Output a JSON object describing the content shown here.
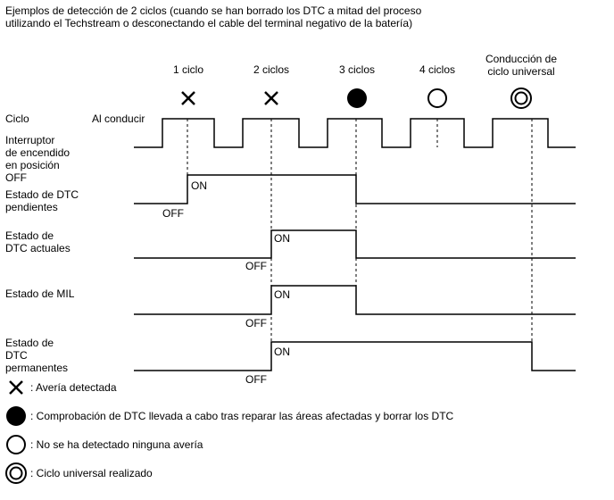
{
  "title": {
    "line1": "Ejemplos de detección de 2 ciclos (cuando se han borrado los DTC a mitad del proceso",
    "line2": "utilizando el Techstream o desconectando el cable del terminal negativo de la batería)"
  },
  "cycles": [
    {
      "label_lines": [
        "1 ciclo"
      ],
      "symbol": "cross"
    },
    {
      "label_lines": [
        "2 ciclos"
      ],
      "symbol": "cross"
    },
    {
      "label_lines": [
        "3 ciclos"
      ],
      "symbol": "filled"
    },
    {
      "label_lines": [
        "4 ciclos"
      ],
      "symbol": "open"
    },
    {
      "label_lines": [
        "Conducción de",
        "ciclo universal"
      ],
      "symbol": "double"
    }
  ],
  "rows": {
    "ciclo": {
      "label_lines": [
        "Ciclo"
      ],
      "note": "Al conducir"
    },
    "ignition": {
      "label_lines": [
        "Interruptor",
        "de encendido",
        "en posición"
      ]
    },
    "pending": {
      "label_lines": [
        "OFF",
        "Estado de DTC",
        "pendientes"
      ],
      "off_label": "OFF",
      "on_label": "ON"
    },
    "current": {
      "label_lines": [
        "Estado de",
        "DTC actuales"
      ],
      "off_label": "OFF",
      "on_label": "ON"
    },
    "mil": {
      "label_lines": [
        "Estado de MIL"
      ],
      "off_label": "OFF",
      "on_label": "ON"
    },
    "permanent": {
      "label_lines": [
        "Estado de",
        "DTC",
        "permanentes"
      ],
      "off_label": "OFF",
      "on_label": "ON"
    }
  },
  "legend": [
    {
      "symbol": "cross",
      "text": ": Avería detectada"
    },
    {
      "symbol": "filled",
      "text": ": Comprobación de DTC llevada a cabo tras reparar las áreas afectadas y borrar los DTC"
    },
    {
      "symbol": "open",
      "text": ": No se ha detectado ninguna avería"
    },
    {
      "symbol": "double",
      "text": ": Ciclo universal realizado"
    }
  ]
}
